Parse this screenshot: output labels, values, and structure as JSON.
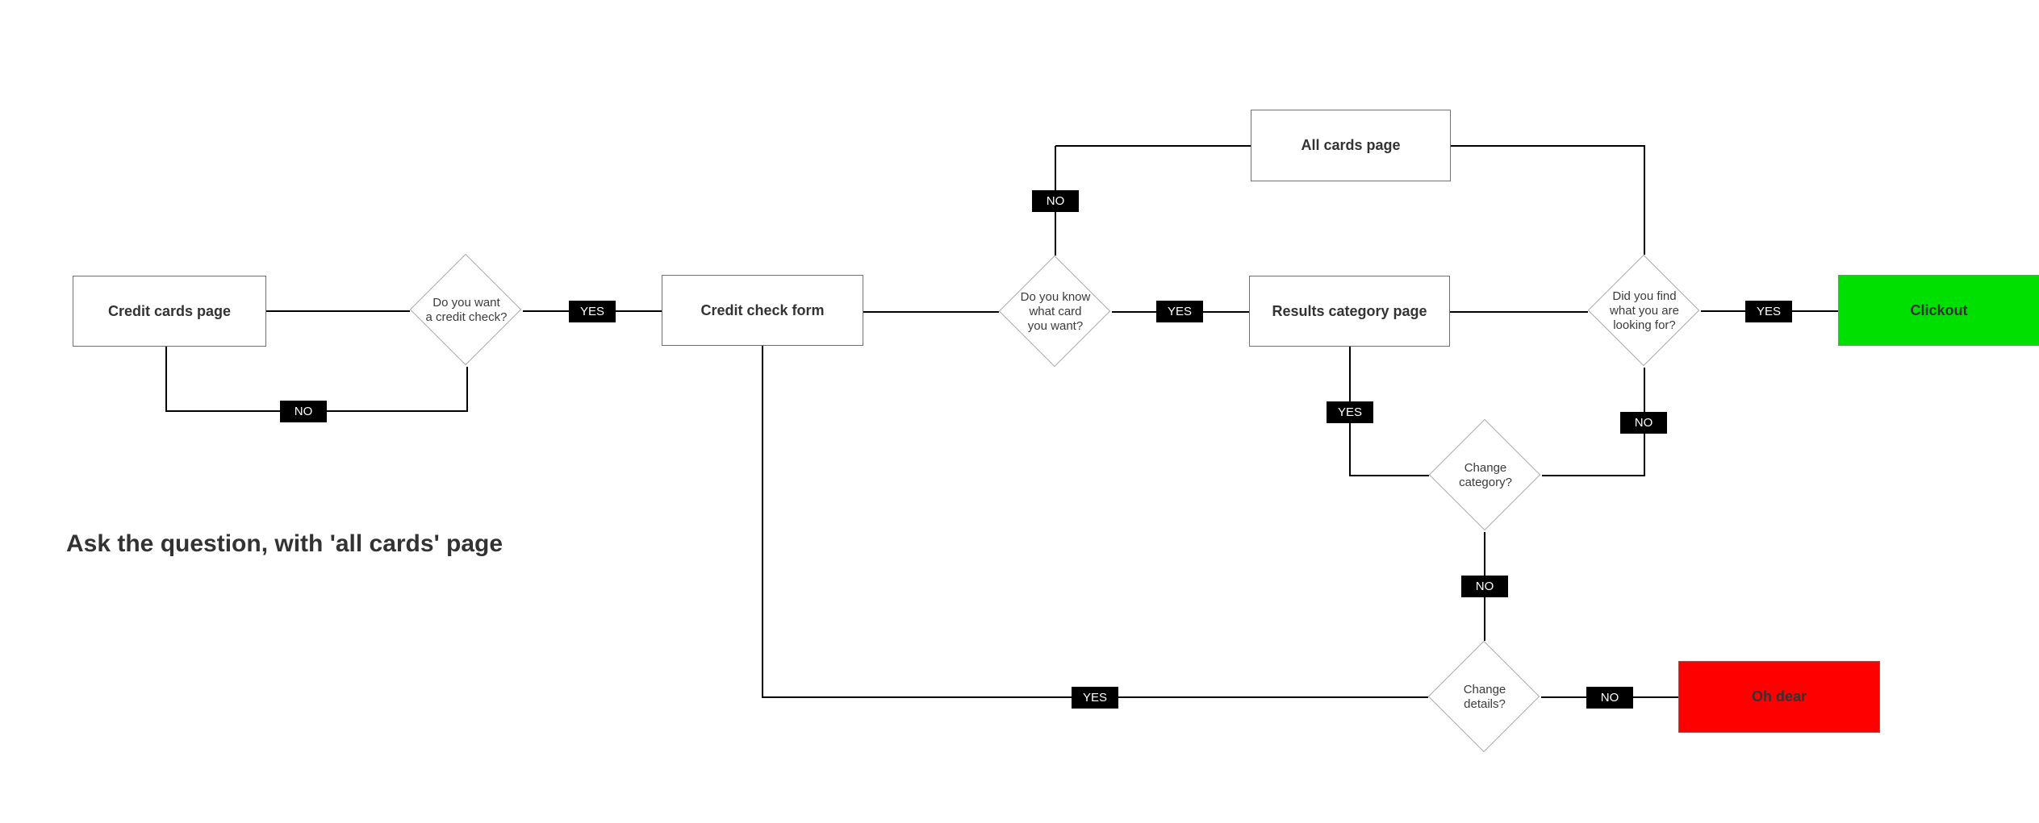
{
  "title": "Ask the question, with 'all cards' page",
  "colors": {
    "clickout_green": "#00E000",
    "oh_dear_red": "#FF0000",
    "badge_bg": "#000000",
    "badge_text": "#FFFFFF",
    "box_border": "#707070",
    "diamond_border": "#A8A8A8",
    "connector": "#000000",
    "node_text": "#333333"
  },
  "nodes": {
    "credit_cards_page": "Credit cards page",
    "credit_check_form": "Credit check form",
    "all_cards_page": "All cards page",
    "results_category_page": "Results category page",
    "clickout": "Clickout",
    "oh_dear": "Oh dear"
  },
  "decisions": {
    "credit_check": "Do you want\na credit check?",
    "know_card": "Do you know\nwhat card\nyou want?",
    "found_looking": "Did you find\nwhat you are\nlooking for?",
    "change_category": "Change\ncategory?",
    "change_details": "Change\ndetails?"
  },
  "edges": {
    "credit_check_yes": "YES",
    "credit_check_no": "NO",
    "know_card_yes": "YES",
    "know_card_no": "NO",
    "found_yes": "YES",
    "found_no": "NO",
    "results_change_yes": "YES",
    "change_category_no": "NO",
    "change_details_yes": "YES",
    "change_details_no": "NO"
  }
}
